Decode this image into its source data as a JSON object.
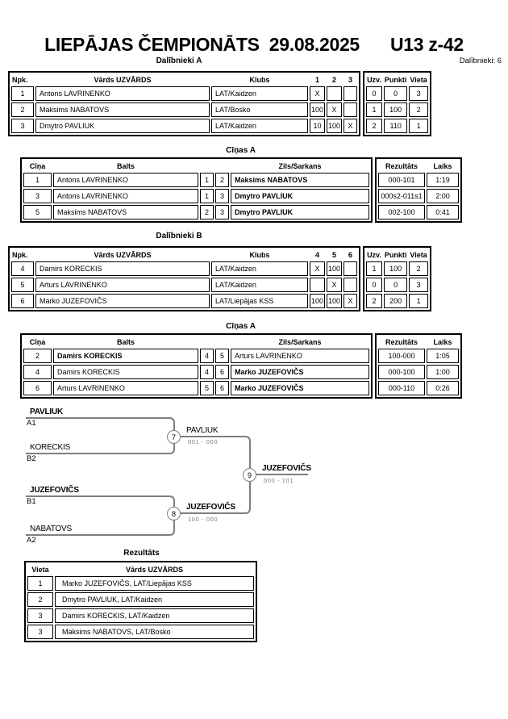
{
  "page": {
    "title_left": "LIEPĀJAS ČEMPIONĀTS  29.08.2025",
    "title_right": "U13 z-42",
    "participants_note": "Dalībnieki: 6"
  },
  "colors": {
    "table_border": "#000000",
    "bracket_line": "#7f7f7f",
    "score_text": "#7f7f7f"
  },
  "group_a": {
    "heading": "Dalībnieki A",
    "headers": {
      "npk": "Npk.",
      "name": "Vārds UZVĀRDS",
      "club": "Klubs",
      "c1": "1",
      "c2": "2",
      "c3": "3",
      "wins": "Uzv.",
      "points": "Punkti",
      "place": "Vieta"
    },
    "rows": [
      {
        "npk": "1",
        "name": "Antons LAVRINENKO",
        "club": "LAT/Kaidzen",
        "c1": "X",
        "c2": "",
        "c3": "",
        "wins": "0",
        "points": "0",
        "place": "3"
      },
      {
        "npk": "2",
        "name": "Maksims NABATOVS",
        "club": "LAT/Bosko",
        "c1": "100",
        "c2": "X",
        "c3": "",
        "wins": "1",
        "points": "100",
        "place": "2"
      },
      {
        "npk": "3",
        "name": "Dmytro PAVLIUK",
        "club": "LAT/Kaidzen",
        "c1": "10",
        "c2": "100",
        "c3": "X",
        "wins": "2",
        "points": "110",
        "place": "1"
      }
    ]
  },
  "fights_a": {
    "heading": "Cīņas A",
    "headers": {
      "fight": "Cīņa",
      "white": "Balts",
      "blue": "Zils/Sarkans",
      "result": "Rezultāts",
      "time": "Laiks"
    },
    "rows": [
      {
        "no": "1",
        "white": "Antons LAVRINENKO",
        "w1": "1",
        "w2": "2",
        "blue": "Maksims NABATOVS",
        "result": "000-101",
        "time": "1:19"
      },
      {
        "no": "3",
        "white": "Antons LAVRINENKO",
        "w1": "1",
        "w2": "3",
        "blue": "Dmytro PAVLIUK",
        "result": "000s2-011s1",
        "time": "2:00"
      },
      {
        "no": "5",
        "white": "Maksims NABATOVS",
        "w1": "2",
        "w2": "3",
        "blue": "Dmytro PAVLIUK",
        "result": "002-100",
        "time": "0:41"
      }
    ]
  },
  "group_b": {
    "heading": "Dalībnieki B",
    "headers": {
      "npk": "Npk.",
      "name": "Vārds UZVĀRDS",
      "club": "Klubs",
      "c1": "4",
      "c2": "5",
      "c3": "6",
      "wins": "Uzv.",
      "points": "Punkti",
      "place": "Vieta"
    },
    "rows": [
      {
        "npk": "4",
        "name": "Damirs KORECKIS",
        "club": "LAT/Kaidzen",
        "c1": "X",
        "c2": "100",
        "c3": "",
        "wins": "1",
        "points": "100",
        "place": "2"
      },
      {
        "npk": "5",
        "name": "Arturs LAVRINENKO",
        "club": "LAT/Kaidzen",
        "c1": "",
        "c2": "X",
        "c3": "",
        "wins": "0",
        "points": "0",
        "place": "3"
      },
      {
        "npk": "6",
        "name": "Marko JUZEFOVIČS",
        "club": "LAT/Liepājas KSS",
        "c1": "100",
        "c2": "100",
        "c3": "X",
        "wins": "2",
        "points": "200",
        "place": "1"
      }
    ]
  },
  "fights_b": {
    "heading": "Cīņas A",
    "headers": {
      "fight": "Cīņa",
      "white": "Balts",
      "blue": "Zils/Sarkans",
      "result": "Rezultāts",
      "time": "Laiks"
    },
    "rows": [
      {
        "no": "2",
        "white": "Damirs KORECKIS",
        "w1": "4",
        "w2": "5",
        "blue": "Arturs LAVRINENKO",
        "result": "100-000",
        "time": "1:05"
      },
      {
        "no": "4",
        "white": "Damirs KORECKIS",
        "w1": "4",
        "w2": "6",
        "blue": "Marko JUZEFOVIČS",
        "result": "000-100",
        "time": "1:00"
      },
      {
        "no": "6",
        "white": "Arturs LAVRINENKO",
        "w1": "5",
        "w2": "6",
        "blue": "Marko JUZEFOVIČS",
        "result": "000-110",
        "time": "0:26"
      }
    ]
  },
  "bracket": {
    "entries": [
      {
        "name": "PAVLIUK",
        "seed": "A1"
      },
      {
        "name": "KORECKIS",
        "seed": "B2"
      },
      {
        "name": "JUZEFOVIČS",
        "seed": "B1"
      },
      {
        "name": "NABATOVS",
        "seed": "A2"
      }
    ],
    "matches": [
      {
        "number": "7",
        "winner": "PAVLIUK",
        "score": "001 - 000"
      },
      {
        "number": "8",
        "winner": "JUZEFOVIČS",
        "score": "100 - 000"
      },
      {
        "number": "9",
        "winner": "JUZEFOVIČS",
        "score": "000 - 101"
      }
    ]
  },
  "results": {
    "heading": "Rezultāts",
    "headers": {
      "place": "Vieta",
      "name": "Vārds UZVĀRDS"
    },
    "rows": [
      {
        "place": "1",
        "name": "Marko JUZEFOVIČS, LAT/Liepājas KSS"
      },
      {
        "place": "2",
        "name": "Dmytro PAVLIUK, LAT/Kaidzen"
      },
      {
        "place": "3",
        "name": "Damirs KORECKIS, LAT/Kaidzen"
      },
      {
        "place": "3",
        "name": "Maksims NABATOVS, LAT/Bosko"
      }
    ]
  }
}
